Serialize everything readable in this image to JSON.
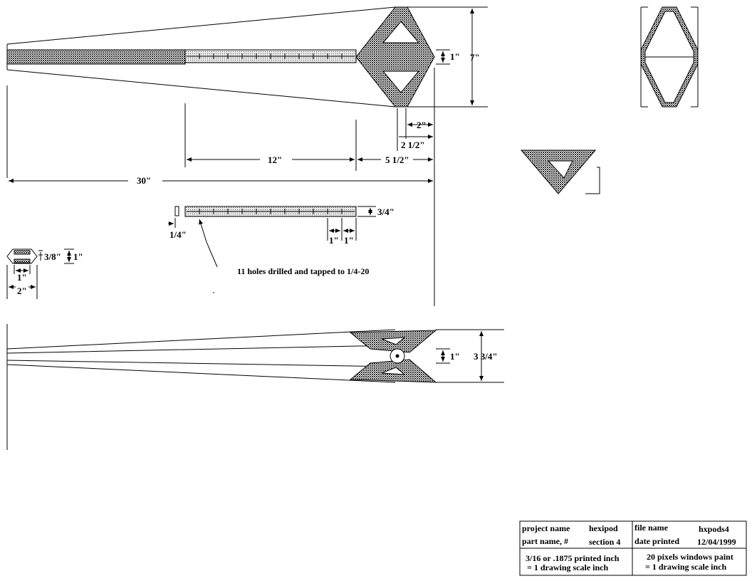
{
  "dimensions": {
    "top_one_inch": "1\"",
    "top_seven_inch": "7\"",
    "two_inch": "2\"",
    "two_half_inch": "2  1/2\"",
    "twelve_inch": "12\"",
    "five_half_inch": "5  1/2\"",
    "thirty_inch": "30\"",
    "three_quarter_inch": "3/4\"",
    "quarter_inch": "1/4\"",
    "one_inch_a": "1\"",
    "one_inch_b": "1\"",
    "three_eighths_inch": "3/8\"",
    "small_one_inch_right": "1\"",
    "small_one_inch_bottom": "1\"",
    "small_two_inch": "2\"",
    "bottom_one_inch": "1\"",
    "bottom_three_three_quarter": "3  3/4\""
  },
  "notes": {
    "holes": "11 holes drilled and tapped to 1/4-20"
  },
  "title_block": {
    "project_name_label": "project name",
    "project_name_value": "hexipod",
    "part_name_label": "part name, #",
    "part_name_value": "section  4",
    "file_name_label": "file name",
    "file_name_value": "hxpods4",
    "date_printed_label": "date printed",
    "date_printed_value": "12/04/1999",
    "scale_print_line1": "3/16 or .1875 printed inch",
    "scale_print_line2": "= 1 drawing scale inch",
    "scale_paint_line1": "20 pixels windows paint",
    "scale_paint_line2": "= 1 drawing scale inch"
  },
  "colors": {
    "ink": "#000000",
    "hatch": "#444444",
    "stipple": "#bbbbbb",
    "paper": "#ffffff"
  }
}
